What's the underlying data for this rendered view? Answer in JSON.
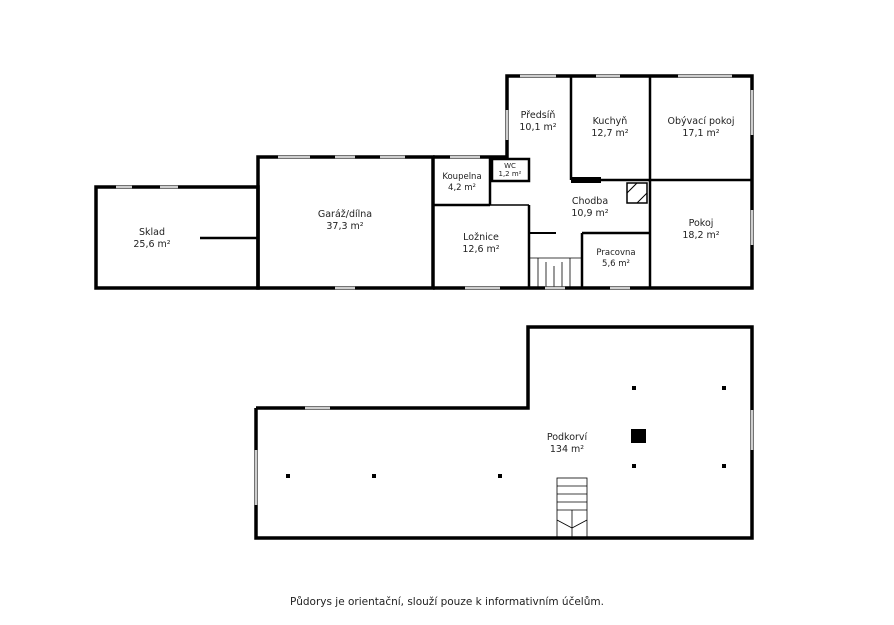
{
  "floors": {
    "ground": {
      "rooms": [
        {
          "id": "sklad",
          "name": "Sklad",
          "area": "25,6 m²"
        },
        {
          "id": "garaz",
          "name": "Garáž/dílna",
          "area": "37,3 m²"
        },
        {
          "id": "koupelna",
          "name": "Koupelna",
          "area": "4,2 m²"
        },
        {
          "id": "wc",
          "name": "WC",
          "area": "1,2 m²"
        },
        {
          "id": "predsin",
          "name": "Předsíň",
          "area": "10,1 m²"
        },
        {
          "id": "kuchyn",
          "name": "Kuchyň",
          "area": "12,7 m²"
        },
        {
          "id": "obyvaci",
          "name": "Obývací pokoj",
          "area": "17,1 m²"
        },
        {
          "id": "chodba",
          "name": "Chodba",
          "area": "10,9 m²"
        },
        {
          "id": "loznice",
          "name": "Ložnice",
          "area": "12,6 m²"
        },
        {
          "id": "pracovna",
          "name": "Pracovna",
          "area": "5,6 m²"
        },
        {
          "id": "pokoj",
          "name": "Pokoj",
          "area": "18,2 m²"
        }
      ]
    },
    "attic": {
      "rooms": [
        {
          "id": "podkrovi",
          "name": "Podkorví",
          "area": "134 m²"
        }
      ]
    }
  },
  "disclaimer": "Půdorys je orientační, slouží pouze k informativním účelům.",
  "colors": {
    "wall": "#000000",
    "window": "#d8d8d8",
    "background": "#ffffff"
  }
}
